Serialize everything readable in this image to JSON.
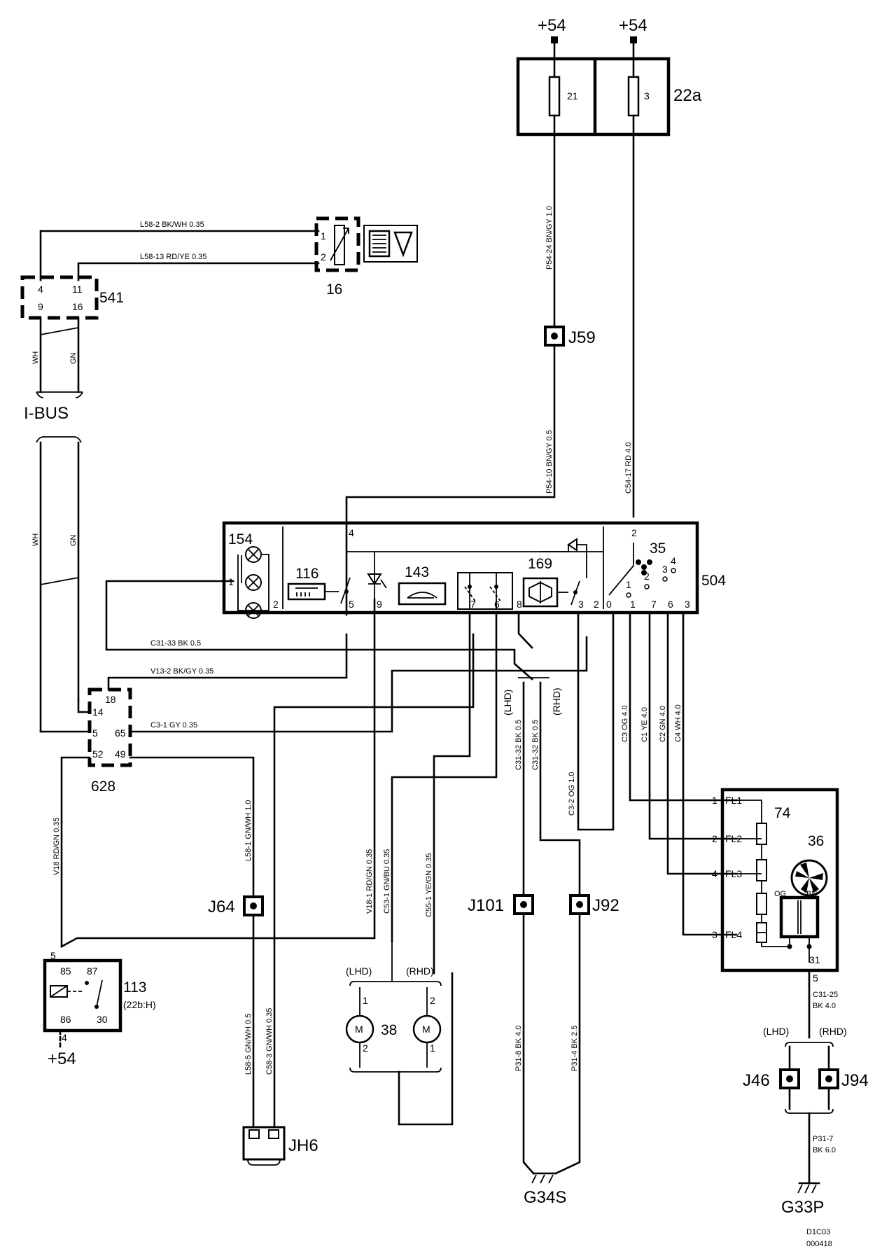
{
  "supply": {
    "left": "+54",
    "right": "+54",
    "relay": "+54"
  },
  "fuse_box": {
    "id": "22a",
    "fuse_a": "21",
    "fuse_b": "3"
  },
  "connectors": {
    "j59": "J59",
    "j64": "J64",
    "j101": "J101",
    "j92": "J92",
    "j46": "J46",
    "j94": "J94",
    "jh6": "JH6",
    "ibus": "I-BUS"
  },
  "grounds": {
    "g34s": "G34S",
    "g33p": "G33P"
  },
  "sensor": {
    "id": "16",
    "pin1": "1",
    "pin2": "2"
  },
  "module_541": {
    "id": "541",
    "p4": "4",
    "p11": "11",
    "p9": "9",
    "p16": "16"
  },
  "module_628": {
    "id": "628",
    "p18": "18",
    "p14": "14",
    "p5": "5",
    "p65": "65",
    "p52": "52",
    "p49": "49"
  },
  "panel_504": {
    "id": "504",
    "lamps": "154",
    "rear_heat": "116",
    "recirc": "143",
    "ac": "169",
    "fan_switch": "35",
    "bottom_pins": [
      "2",
      "5",
      "9",
      "7",
      "6",
      "8",
      "3",
      "2",
      "1",
      "7",
      "6",
      "3"
    ],
    "pin_4": "4",
    "pin_1": "1",
    "fan_pins": {
      "p0": "0",
      "p1": "1",
      "p2": "2",
      "p3": "3",
      "p4": "4",
      "top2": "2"
    }
  },
  "relay_113": {
    "id": "113",
    "ref": "(22b:H)",
    "p85": "85",
    "p87": "87",
    "p86": "86",
    "p30": "30",
    "p5": "5",
    "p4": "4"
  },
  "motor_38": {
    "id": "38",
    "m": "M",
    "lhd": "(LHD)",
    "rhd": "(RHD)",
    "a1": "1",
    "a2": "2",
    "b2": "2",
    "b1": "1"
  },
  "resistor_74": {
    "id": "74",
    "fan": "36",
    "fl1": "FL1",
    "fl2": "FL2",
    "fl3": "FL3",
    "fl4": "FL4",
    "n1": "1",
    "n2": "2",
    "n4": "4",
    "n3": "3",
    "og": "OG",
    "bn": "BN",
    "p31": "31",
    "p5": "5"
  },
  "wire_labels": {
    "l58_2": "L58-2   BK/WH   0.35",
    "l58_13": "L58-13   RD/YE   0.35",
    "c31_33": "C31-33   BK   0.5",
    "v13_2": "V13-2   BK/GY   0.35",
    "c3_1": "C3-1   GY   0.35",
    "p54_24": "P54-24   BN/GY   1.0",
    "p54_10": "P54-10   BN/GY   0.5",
    "c54_17": "C54-17   RD   4.0",
    "wh": "WH",
    "gn": "GN",
    "v18": "V18   RD/GN   0.35",
    "l58_1": "L58-1   GN/WH   1.0",
    "v18_1": "V18-1   RD/GN   0.35",
    "c53_1": "C53-1   GN/BU   0.35",
    "c55_1": "C55-1   YE/GN   0.35",
    "c31_32a": "C31-32   BK   0.5",
    "c31_32b": "C31-32   BK   0.5",
    "c3_2": "C3-2   OG   1.0",
    "c3": "C3   OG   4.0",
    "c1": "C1   YE   4.0",
    "c2": "C2   GN   4.0",
    "c4": "C4   WH   4.0",
    "l58_5": "L58-5   GN/WH   0.5",
    "c58_3": "C58-3   GN/WH   0.35",
    "p31_8": "P31-8   BK   4.0",
    "p31_4": "P31-4   BK   2.5",
    "c31_25a": "C31-25",
    "c31_25b": "BK   4.0",
    "p31_7a": "P31-7",
    "p31_7b": "BK   6.0",
    "lhd": "(LHD)",
    "rhd": "(RHD)",
    "lhd2": "(LHD)",
    "rhd2": "(RHD)"
  },
  "footer": {
    "code1": "D1C03",
    "code2": "000418"
  }
}
